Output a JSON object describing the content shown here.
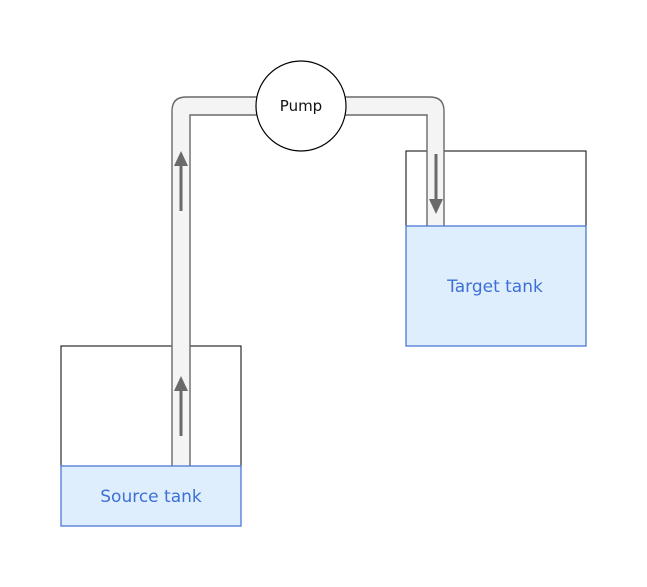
{
  "diagram": {
    "pump": {
      "label": "Pump"
    },
    "source_tank": {
      "label": "Source tank"
    },
    "target_tank": {
      "label": "Target tank"
    }
  },
  "colors": {
    "water_fill": "#deeefc",
    "water_stroke": "#4a7ad8",
    "tank_label": "#3d6fd6",
    "pipe_fill": "#f4f4f4",
    "pipe_edge": "#6a6a6a",
    "arrow": "#6a6a6a"
  },
  "flow_direction": "source-to-target"
}
